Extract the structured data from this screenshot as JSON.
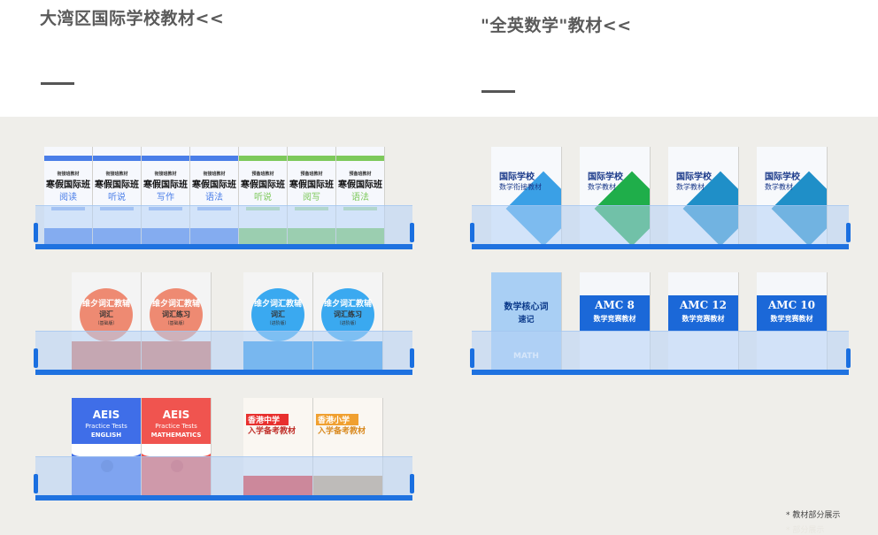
{
  "headings": {
    "left_title": "大湾区国际学校教材<<",
    "right_title": "\"全英数学\"教材<<"
  },
  "shelf_left": {
    "row1": [
      {
        "small": "衔接班教材",
        "main": "寒假国际班",
        "sub": "阅读",
        "color": "#4a7ee8"
      },
      {
        "small": "衔接班教材",
        "main": "寒假国际班",
        "sub": "听说",
        "color": "#4a7ee8"
      },
      {
        "small": "衔接班教材",
        "main": "寒假国际班",
        "sub": "写作",
        "color": "#4a7ee8"
      },
      {
        "small": "衔接班教材",
        "main": "寒假国际班",
        "sub": "语法",
        "color": "#4a7ee8"
      },
      {
        "small": "预备班教材",
        "main": "寒假国际班",
        "sub": "听说",
        "color": "#7dc95b"
      },
      {
        "small": "预备班教材",
        "main": "寒假国际班",
        "sub": "阅写",
        "color": "#7dc95b"
      },
      {
        "small": "预备班教材",
        "main": "寒假国际班",
        "sub": "语法",
        "color": "#7dc95b"
      }
    ],
    "row2": [
      {
        "t1": "维夕词汇教辅",
        "t2": "词汇",
        "t3": "（基础版）",
        "color": "#ee8a72",
        "lower": "#d9735f"
      },
      {
        "t1": "维夕词汇教辅",
        "t2": "词汇练习",
        "t3": "（基础版）",
        "color": "#ee8a72",
        "lower": "#d9735f"
      },
      {
        "t1": "维夕词汇教辅",
        "t2": "词汇",
        "t3": "（进阶版）",
        "color": "#3aa9f0",
        "lower": "#2f97e6"
      },
      {
        "t1": "维夕词汇教辅",
        "t2": "词汇练习",
        "t3": "（进阶版）",
        "color": "#3aa9f0",
        "lower": "#2f97e6"
      }
    ],
    "row3_aeis": [
      {
        "t1": "AEIS",
        "t2": "Practice Tests",
        "t3": "ENGLISH",
        "color": "#3f6ee8",
        "badge": "#2d5ad0"
      },
      {
        "t1": "AEIS",
        "t2": "Practice Tests",
        "t3": "MATHEMATICS",
        "color": "#f0544f",
        "badge": "#e04040"
      }
    ],
    "row3_hk": [
      {
        "t1": "香港中学",
        "t2": "入学备考教材",
        "color": "#e8302e",
        "base": "#e8302e"
      },
      {
        "t1": "香港小学",
        "t2": "入学备考教材",
        "color": "#f0a030",
        "base": "#c9a070"
      }
    ]
  },
  "shelf_right": {
    "row1": [
      {
        "t1": "国际学校",
        "t2": "数学衔接教材",
        "accent": "#3aa0e6"
      },
      {
        "t1": "国际学校",
        "t2": "数学教材",
        "accent": "#1fae4a"
      },
      {
        "t1": "国际学校",
        "t2": "数学教材",
        "accent": "#1f8fc8"
      },
      {
        "t1": "国际学校",
        "t2": "数学教材",
        "accent": "#1f8fc8"
      }
    ],
    "row2_core": {
      "t1": "数学核心词",
      "t2": "速记",
      "t3": "MATH"
    },
    "row2_amc": [
      {
        "t1": "AMC 8",
        "t2": "数学竞赛教材"
      },
      {
        "t1": "AMC 12",
        "t2": "数学竞赛教材"
      },
      {
        "t1": "AMC 10",
        "t2": "数学竞赛教材"
      }
    ]
  },
  "footnotes": {
    "note1": "* 教材部分展示",
    "note2": "* 部分展示"
  }
}
